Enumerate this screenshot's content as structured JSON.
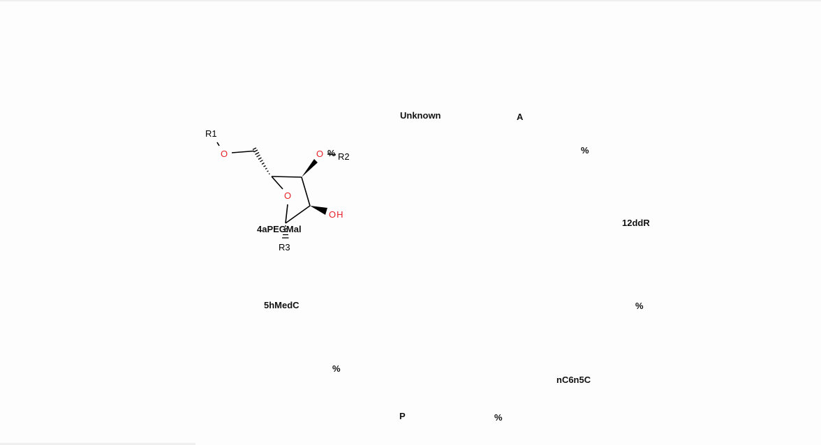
{
  "molecule": {
    "atoms": {
      "r1": "R1",
      "o_r1": "O",
      "o_r2": "O",
      "r2": "R2",
      "o_ring": "O",
      "oh": "OH",
      "r3": "R3"
    },
    "colors": {
      "bond": "#000000",
      "carbon_text": "#000000",
      "oxygen_text": "#e8202a"
    }
  },
  "labels": {
    "unknown": "Unknown",
    "a": "A",
    "pct1": "%",
    "pct_r2": "%",
    "dd12r": "12ddR",
    "apegmal": "4aPEGMal",
    "hmedc": "5hMedC",
    "pct2": "%",
    "pct3": "%",
    "nc6n5c": "nC6n5C",
    "p": "P",
    "pct4": "%"
  }
}
